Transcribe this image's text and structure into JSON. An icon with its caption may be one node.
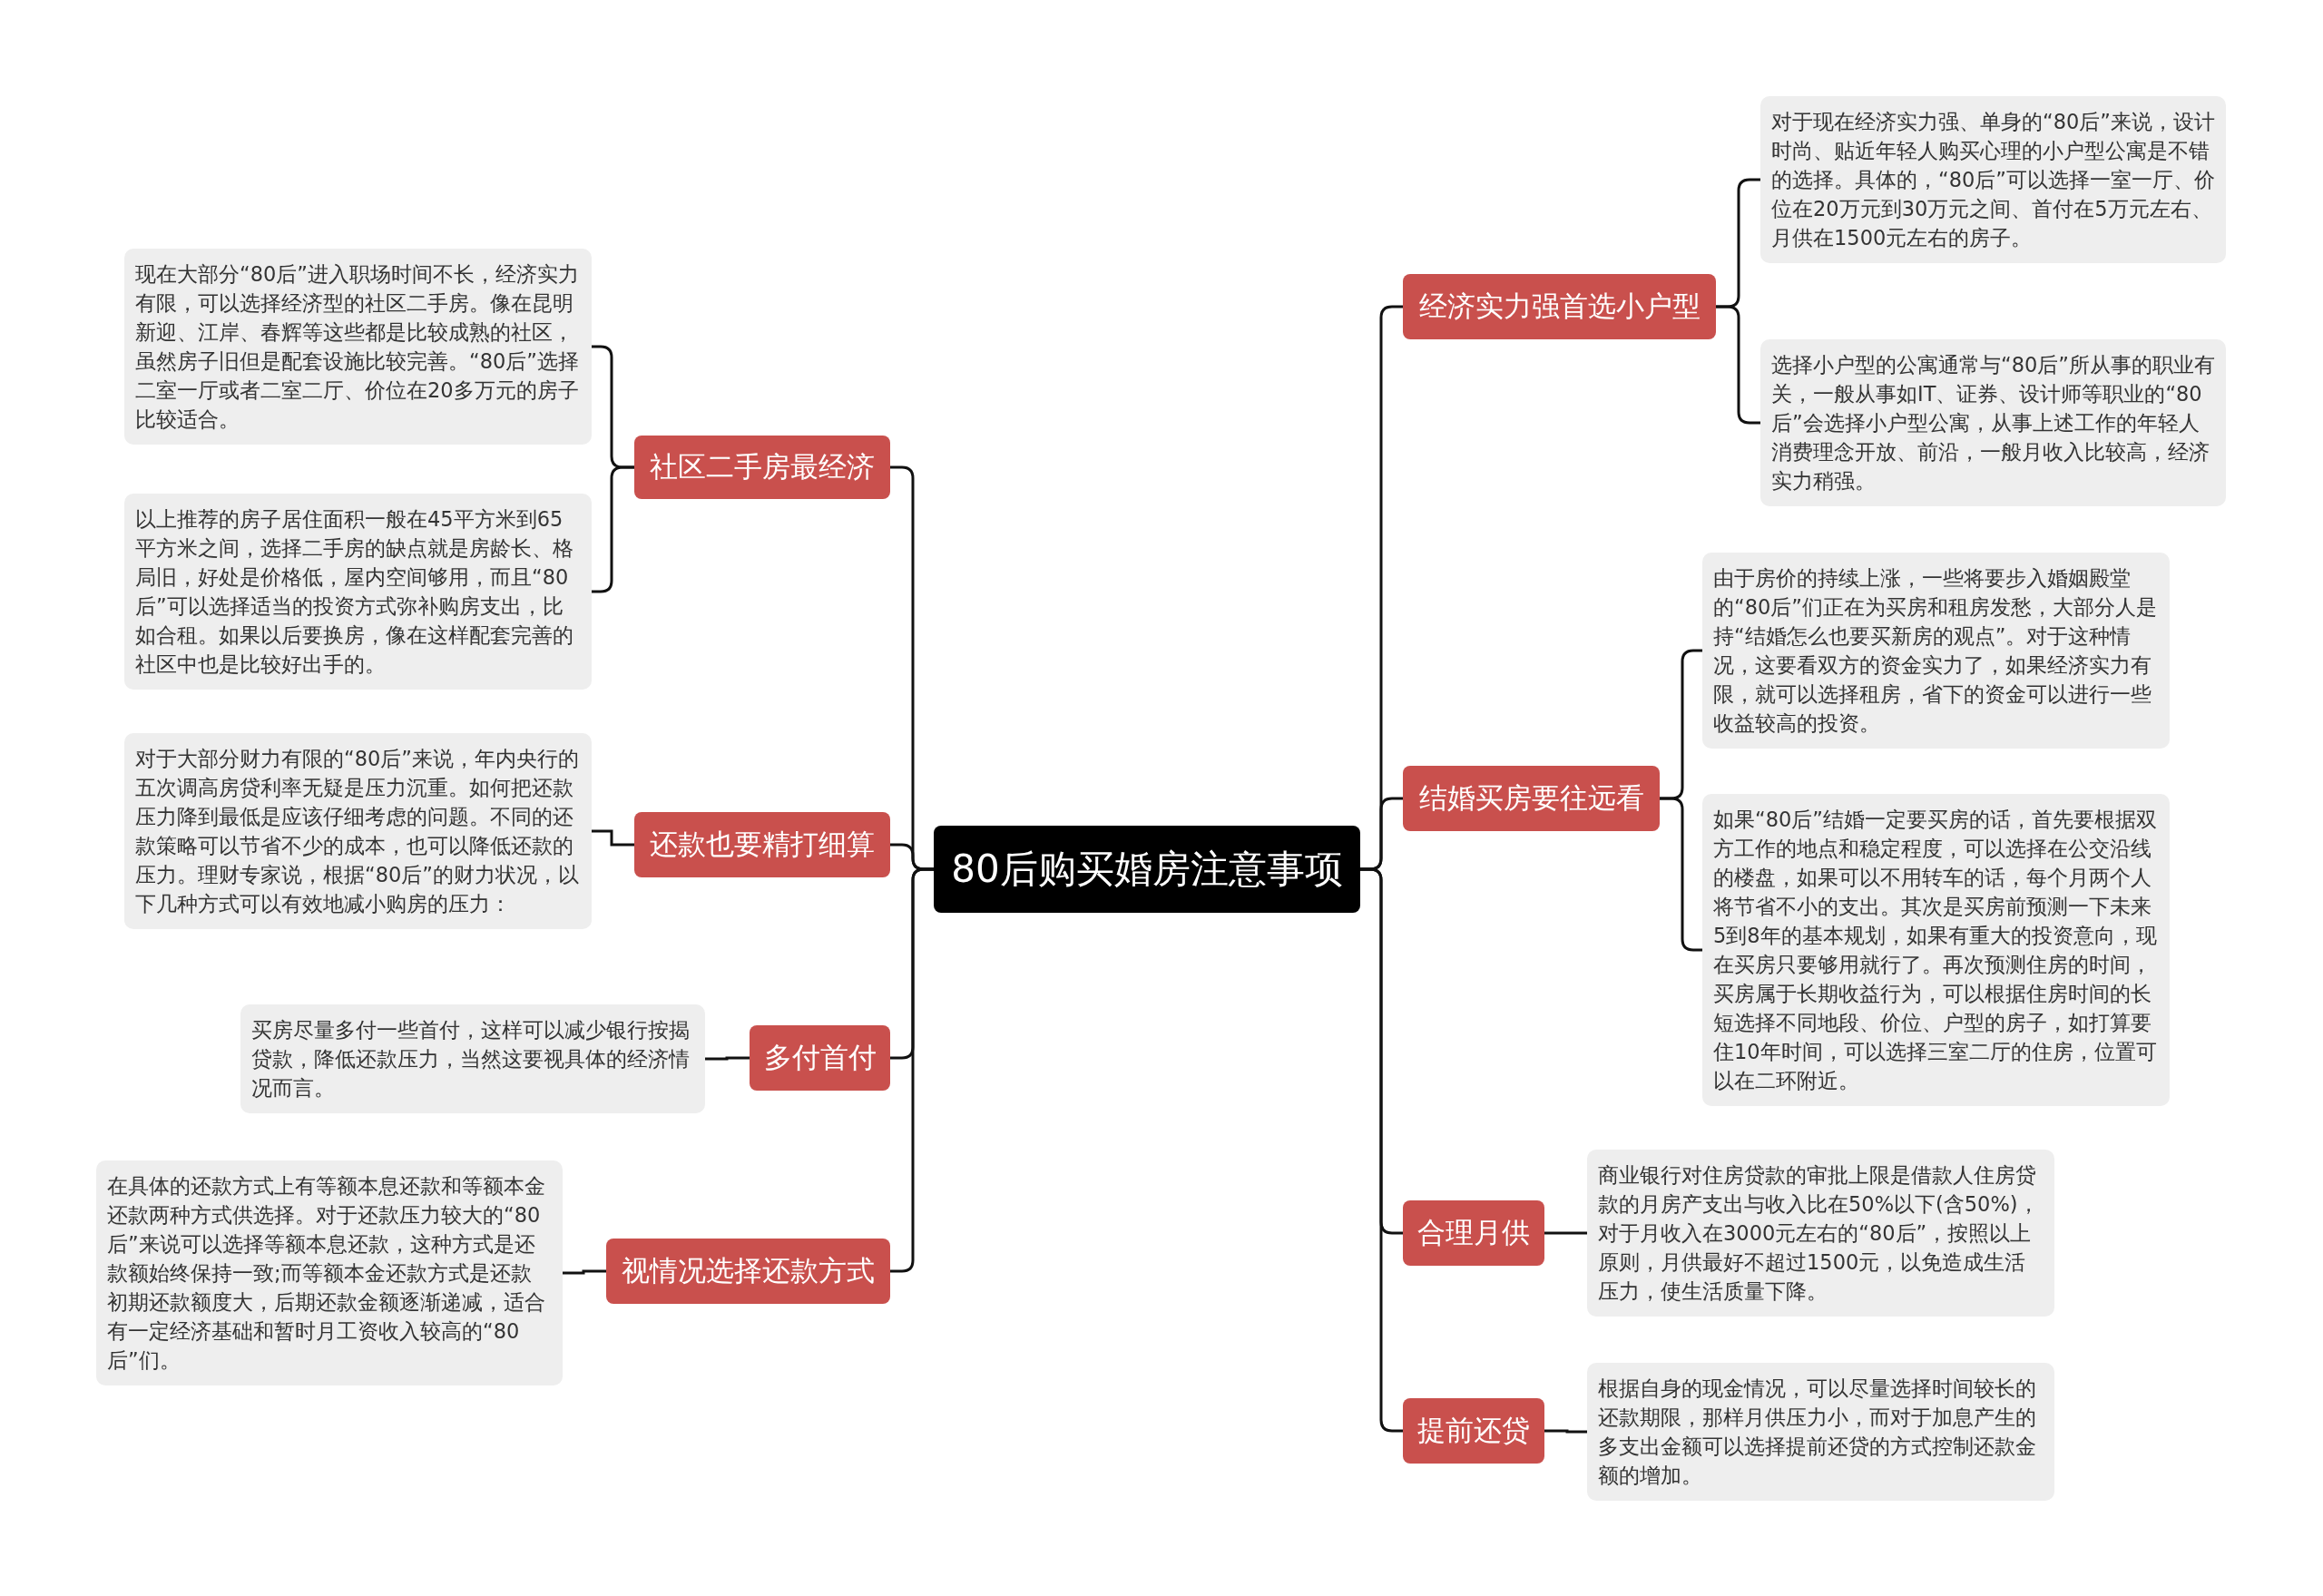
{
  "diagram": {
    "nodes": [
      {
        "text": [
          "80后购买婚房注意事项"
        ]
      },
      {
        "text": [
          "社区二手房最经济"
        ]
      },
      {
        "text": [
          "现在大部分“80后”进入职场时间不长，经济实力有限，可以选择经济型的社区二手房。像在昆明新迎、江岸、春辉等这些都是比较成熟的社区，虽然房子旧但是配套设施比较完善。“80后”选择二室一厅或者二室二厅、价位在20多万元的房子比较适合。"
        ]
      },
      {
        "text": [
          "以上推荐的房子居住面积一般在45平方米到65平方米之间，选择二手房的缺点就是房龄长、格局旧，好处是价格低，屋内空间够用，而且“80后”可以选择适当的投资方式弥补购房支出，比如合租。如果以后要换房，像在这样配套完善的社区中也是比较好出手的。"
        ]
      },
      {
        "text": [
          "还款也要精打细算"
        ]
      },
      {
        "text": [
          "对于大部分财力有限的“80后”来说，年内央行的五次调高房贷利率无疑是压力沉重。如何把还款压力降到最低是应该仔细考虑的问题。不同的还款策略可以节省不少的成本，也可以降低还款的压力。理财专家说，根据“80后”的财力状况，以下几种方式可以有效地减小购房的压力："
        ]
      },
      {
        "text": [
          "多付首付"
        ]
      },
      {
        "text": [
          "买房尽量多付一些首付，这样可以减少银行按揭贷款，降低还款压力，当然这要视具体的经济情况而言。"
        ]
      },
      {
        "text": [
          "视情况选择还款方式"
        ]
      },
      {
        "text": [
          "在具体的还款方式上有等额本息还款和等额本金还款两种方式供选择。对于还款压力较大的“80后”来说可以选择等额本息还款，这种方式是还款额始终保持一致;而等额本金还款方式是还款初期还款额度大，后期还款金额逐渐递减，适合有一定经济基础和暂时月工资收入较高的“80后”们。"
        ]
      },
      {
        "text": [
          "经济实力强首选小户型"
        ]
      },
      {
        "text": [
          "对于现在经济实力强、单身的“80后”来说，设计时尚、贴近年轻人购买心理的小户型公寓是不错的选择。具体的，“80后”可以选择一室一厅、价位在20万元到30万元之间、首付在5万元左右、月供在1500元左右的房子。"
        ]
      },
      {
        "text": [
          "选择小户型的公寓通常与“80后”所从事的职业有关，一般从事如IT、证券、设计师等职业的“80后”会选择小户型公寓，从事上述工作的年轻人消费理念开放、前沿，一般月收入比较高，经济实力稍强。"
        ]
      },
      {
        "text": [
          "结婚买房要往远看"
        ]
      },
      {
        "text": [
          "由于房价的持续上涨，一些将要步入婚姻殿堂的“80后”们正在为买房和租房发愁，大部分人是持“结婚怎么也要买新房的观点”。对于这种情况，这要看双方的资金实力了，如果经济实力有限，就可以选择租房，省下的资金可以进行一些收益较高的投资。"
        ]
      },
      {
        "text": [
          "如果“80后”结婚一定要买房的话，首先要根据双方工作的地点和稳定程度，可以选择在公交沿线的楼盘，如果可以不用转车的话，每个月两个人将节省不小的支出。其次是买房前预测一下未来5到8年的基本规划，如果有重大的投资意向，现在买房只要够用就行了。再次预测住房的时间，买房属于长期收益行为，可以根据住房时间的长短选择不同地段、价位、户型的房子，如打算要住10年时间，可以选择三室二厅的住房，位置可以在二环附近。"
        ]
      },
      {
        "text": [
          "合理月供"
        ]
      },
      {
        "text": [
          "商业银行对住房贷款的审批上限是借款人住房贷款的月房产支出与收入比在50%以下(含50%)，对于月收入在3000元左右的“80后”，按照以上原则，月供最好不超过1500元，以免造成生活压力，使生活质量下降。"
        ]
      },
      {
        "text": [
          "提前还贷"
        ]
      },
      {
        "text": [
          "根据自身的现金情况，可以尽量选择时间较长的还款期限，那样月供压力小，而对于加息产生的多支出金额可以选择提前还贷的方式控制还款金额的增加。"
        ]
      }
    ],
    "edges": [
      {
        "from": 0,
        "to": 1,
        "arrow": "none"
      },
      {
        "from": 1,
        "to": 2,
        "arrow": "none"
      },
      {
        "from": 1,
        "to": 3,
        "arrow": "none"
      },
      {
        "from": 0,
        "to": 4,
        "arrow": "none"
      },
      {
        "from": 4,
        "to": 5,
        "arrow": "none"
      },
      {
        "from": 0,
        "to": 6,
        "arrow": "none"
      },
      {
        "from": 6,
        "to": 7,
        "arrow": "none"
      },
      {
        "from": 0,
        "to": 8,
        "arrow": "none"
      },
      {
        "from": 8,
        "to": 9,
        "arrow": "none"
      },
      {
        "from": 0,
        "to": 10,
        "arrow": "none"
      },
      {
        "from": 10,
        "to": 11,
        "arrow": "none"
      },
      {
        "from": 10,
        "to": 12,
        "arrow": "none"
      },
      {
        "from": 0,
        "to": 13,
        "arrow": "none"
      },
      {
        "from": 13,
        "to": 14,
        "arrow": "none"
      },
      {
        "from": 13,
        "to": 15,
        "arrow": "none"
      },
      {
        "from": 0,
        "to": 16,
        "arrow": "none"
      },
      {
        "from": 16,
        "to": 17,
        "arrow": "none"
      },
      {
        "from": 0,
        "to": 18,
        "arrow": "none"
      },
      {
        "from": 18,
        "to": 19,
        "arrow": "none"
      }
    ]
  }
}
